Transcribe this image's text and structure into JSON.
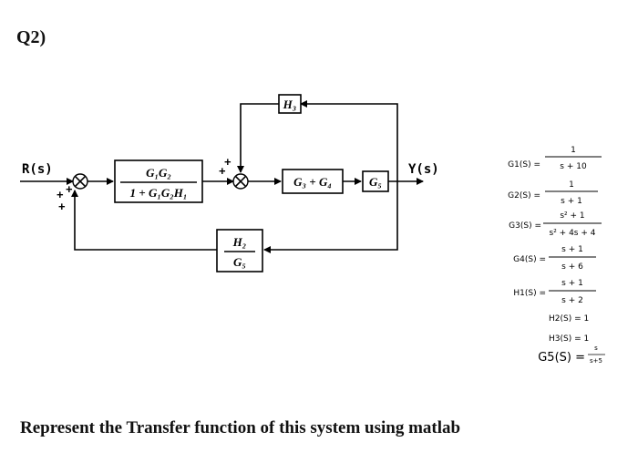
{
  "question": "Q2)",
  "instruction": "Represent the Transfer function of this system using matlab",
  "signals": {
    "input": "R(s)",
    "output": "Y(s)"
  },
  "signs": {
    "sum1_left": "+",
    "sum1_bottom_a": "+",
    "sum1_bottom_b": "+",
    "sum2_left": "+",
    "sum2_top": "+"
  },
  "blocks": {
    "g1g2_num": "G₁G₂",
    "g1g2_den": "1 + G₁G₂H₁",
    "g3g4": "G₃ + G₄",
    "g5": "G₅",
    "h3": "H₃",
    "h2g5_num": "H₂",
    "h2g5_den": "G₅"
  },
  "equations": {
    "g1": {
      "lhs": "G1(S) =",
      "num": "1",
      "den": "s + 10"
    },
    "g2": {
      "lhs": "G2(S) =",
      "num": "1",
      "den": "s + 1"
    },
    "g3": {
      "lhs": "G3(S) =",
      "num": "s² + 1",
      "den": "s² + 4s + 4"
    },
    "g4": {
      "lhs": "G4(S) =",
      "num": "s + 1",
      "den": "s + 6"
    },
    "h1": {
      "lhs": "H1(S) =",
      "num": "s + 1",
      "den": "s + 2"
    },
    "h2": {
      "text": "H2(S) = 1"
    },
    "h3": {
      "text": "H3(S) = 1"
    },
    "g5": {
      "lhs": "G5(S) =",
      "num": "s",
      "den": "s+5"
    }
  }
}
